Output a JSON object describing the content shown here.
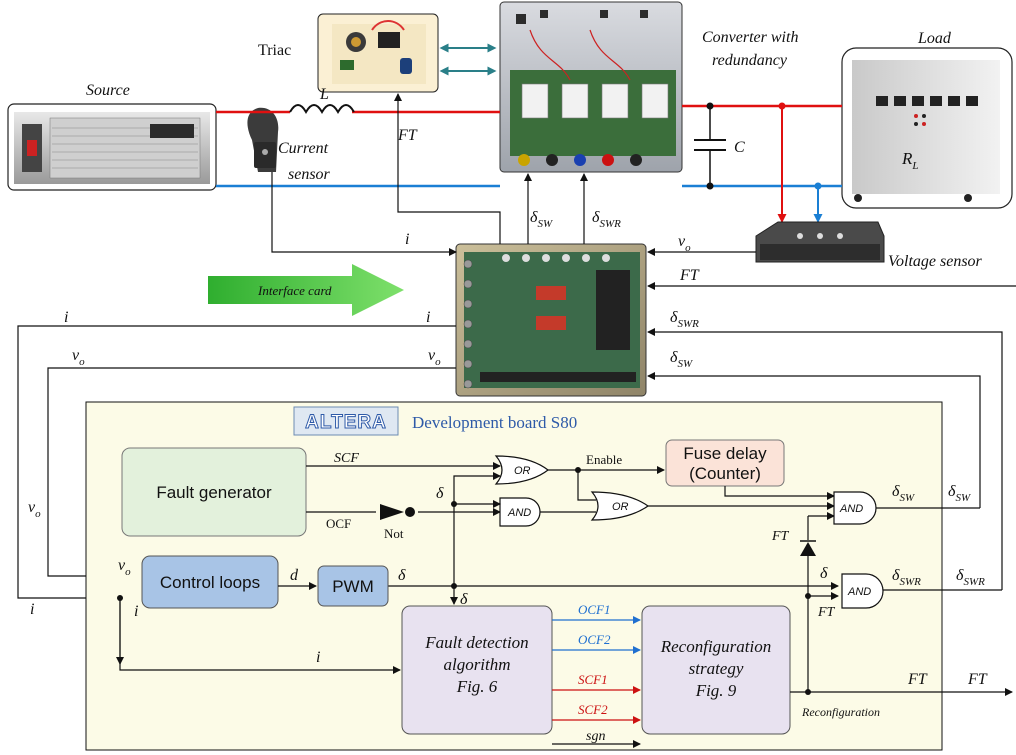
{
  "labels": {
    "source": "Source",
    "triac": "Triac",
    "converter_l1": "Converter with",
    "converter_l2": "redundancy",
    "load": "Load",
    "rl": "R",
    "rl_sub": "L",
    "inductor": "L",
    "capacitor": "C",
    "current_sensor_l1": "Current",
    "current_sensor_l2": "sensor",
    "ft_top": "FT",
    "i_top": "i",
    "d_sw": "δ",
    "d_sw_sub": "SW",
    "d_swr": "δ",
    "d_swr_sub": "SWR",
    "vo_top": "v",
    "vo_sub": "o",
    "voltage_sensor": "Voltage sensor",
    "interface_card": "Interface card",
    "ft_right": "FT",
    "i_left": "i",
    "vo_left": "v",
    "dev_board_logo": "ALTERA",
    "dev_board": "Development board S80",
    "fault_generator": "Fault generator",
    "scf": "SCF",
    "ocf": "OCF",
    "not": "Not",
    "or": "OR",
    "and": "AND",
    "enable": "Enable",
    "fuse_delay_l1": "Fuse delay",
    "fuse_delay_l2": "(Counter)",
    "control_loops": "Control loops",
    "pwm": "PWM",
    "d": "d",
    "delta": "δ",
    "ft": "FT",
    "fda_l1": "Fault detection",
    "fda_l2": "algorithm",
    "fda_l3": "Fig. 6",
    "rs_l1": "Reconfiguration",
    "rs_l2": "strategy",
    "rs_l3": "Fig. 9",
    "ocf1": "OCF1",
    "ocf2": "OCF2",
    "scf1": "SCF1",
    "scf2": "SCF2",
    "sgn": "sgn",
    "reconfiguration": "Reconfiguration",
    "i": "i"
  },
  "colors": {
    "board_fill": "#fcfbe7",
    "fault_gen_fill": "#e3f1dc",
    "control_fill": "#a8c4e6",
    "fuse_fill": "#fbe3d8",
    "proc_fill": "#e8e2f0",
    "power_red": "#e01010",
    "power_blue": "#1a7fd4",
    "signal_blue": "#1f6fd0",
    "signal_red": "#cc1111",
    "arrow_green": "#4fc23a",
    "board_title": "#2e5aa8",
    "teal": "#2a7f88"
  }
}
